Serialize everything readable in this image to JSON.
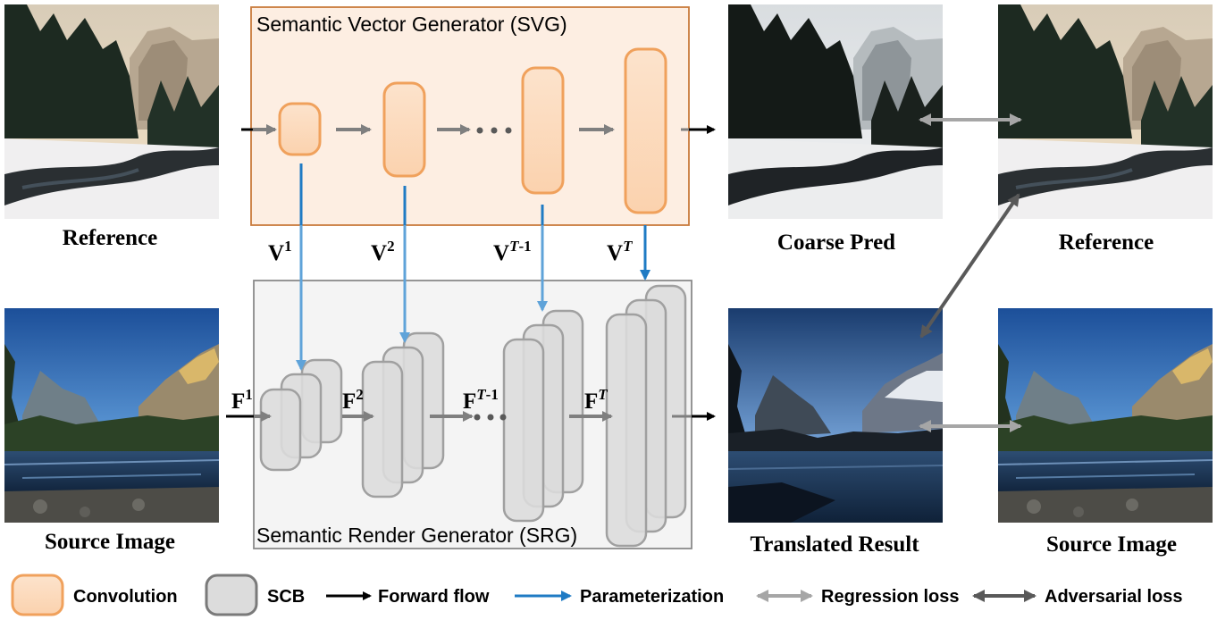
{
  "images": {
    "reference": "Reference",
    "source": "Source Image",
    "coarse": "Coarse Pred",
    "reference_right": "Reference",
    "translated": "Translated Result",
    "source_right": "Source Image"
  },
  "svg_module": {
    "title": "Semantic Vector Generator (SVG)",
    "labels": [
      {
        "base": "V",
        "sup": "1",
        "sup_suffix": ""
      },
      {
        "base": "V",
        "sup": "2",
        "sup_suffix": ""
      },
      {
        "base": "V",
        "sup": "T",
        "sup_suffix": "-1"
      },
      {
        "base": "V",
        "sup": "T",
        "sup_suffix": ""
      }
    ]
  },
  "srg_module": {
    "title": "Semantic Render Generator (SRG)",
    "labels": [
      {
        "base": "F",
        "sup": "1",
        "sup_suffix": ""
      },
      {
        "base": "F",
        "sup": "2",
        "sup_suffix": ""
      },
      {
        "base": "F",
        "sup": "T",
        "sup_suffix": "-1"
      },
      {
        "base": "F",
        "sup": "T",
        "sup_suffix": ""
      }
    ]
  },
  "legend": {
    "convolution": "Convolution",
    "scb": "SCB",
    "forward": "Forward flow",
    "param": "Parameterization",
    "regression": "Regression loss",
    "adversarial": "Adversarial loss"
  },
  "colors": {
    "conv_fill": "#fbd5b5",
    "conv_stroke": "#f0a15c",
    "scb_fill": "#dcdcdc",
    "scb_stroke": "#9a9a9a",
    "param_arrow": "#1f7bc4",
    "forward_arrow": "#000000",
    "regression_arrow": "#a6a6a6",
    "adversarial_arrow": "#595959"
  }
}
